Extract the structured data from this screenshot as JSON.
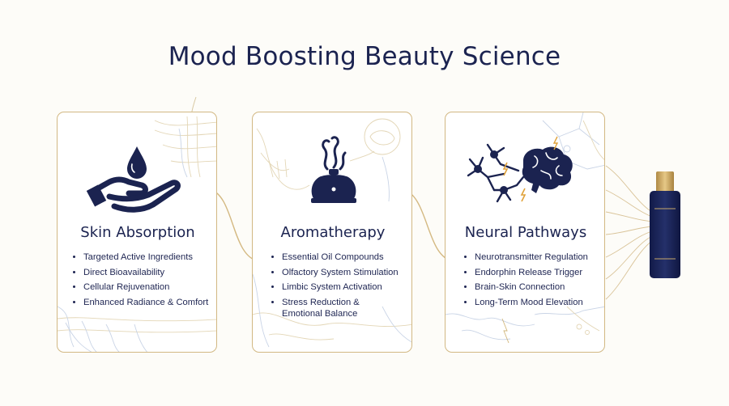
{
  "title": "Mood Boosting Beauty Science",
  "colors": {
    "navy": "#1b2350",
    "gold": "#c9a96a",
    "line_blue": "#b9c7dc"
  },
  "cards": [
    {
      "heading": "Skin Absorption",
      "icon": "hand-droplet-icon",
      "items": [
        "Targeted Active Ingredients",
        "Direct Bioavailability",
        "Cellular Rejuvenation",
        "Enhanced Radiance & Comfort"
      ]
    },
    {
      "heading": "Aromatherapy",
      "icon": "diffuser-icon",
      "items": [
        "Essential Oil Compounds",
        "Olfactory System Stimulation",
        "Limbic System Activation",
        "Stress Reduction & Emotional Balance"
      ]
    },
    {
      "heading": "Neural Pathways",
      "icon": "brain-neuron-icon",
      "items": [
        "Neurotransmitter Regulation",
        "Endorphin Release Trigger",
        "Brain-Skin Connection",
        "Long-Term Mood Elevation"
      ]
    }
  ],
  "product": {
    "icon": "serum-bottle-icon"
  }
}
